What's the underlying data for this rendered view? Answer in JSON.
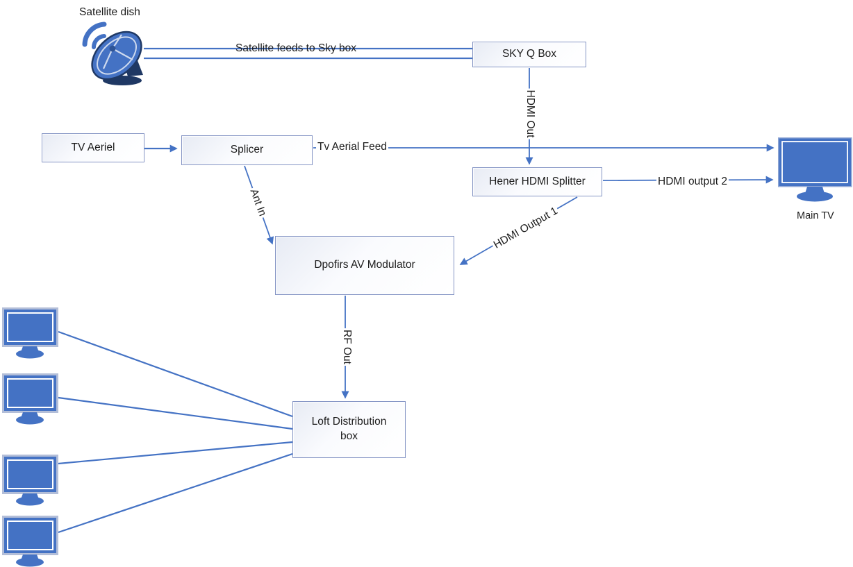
{
  "nodes": {
    "sky_q_box": "SKY Q Box",
    "tv_aeriel": "TV Aeriel",
    "splicer": "Splicer",
    "hener_hdmi_splitter": "Hener HDMI Splitter",
    "dpofirs_av_modulator": "Dpofirs AV Modulator",
    "loft_distribution_box": "Loft Distribution box"
  },
  "edge_labels": {
    "satellite_feed": "Satellite feeds to Sky box",
    "hdmi_out": "HDMI Out",
    "tv_aerial_feed": "Tv Aerial Feed",
    "hdmi_output_2": "HDMI output 2",
    "hdmi_output_1": "HDMI Output 1",
    "ant_in": "Ant In",
    "rf_out": "RF Out"
  },
  "icon_labels": {
    "satellite_dish": "Satellite dish",
    "main_tv": "Main TV"
  },
  "icons": {
    "satellite_dish": "satellite-dish-icon",
    "tv": "tv-icon",
    "main_tv": "main-tv-icon"
  },
  "colors": {
    "connector": "#4472C4",
    "node_border": "#8494c4",
    "node_fill": "#e7ebf4",
    "tv_fill": "#4472C4",
    "tv_frame": "#b3bed8",
    "dish_dark": "#1F3864",
    "text": "#1c1c1c"
  }
}
